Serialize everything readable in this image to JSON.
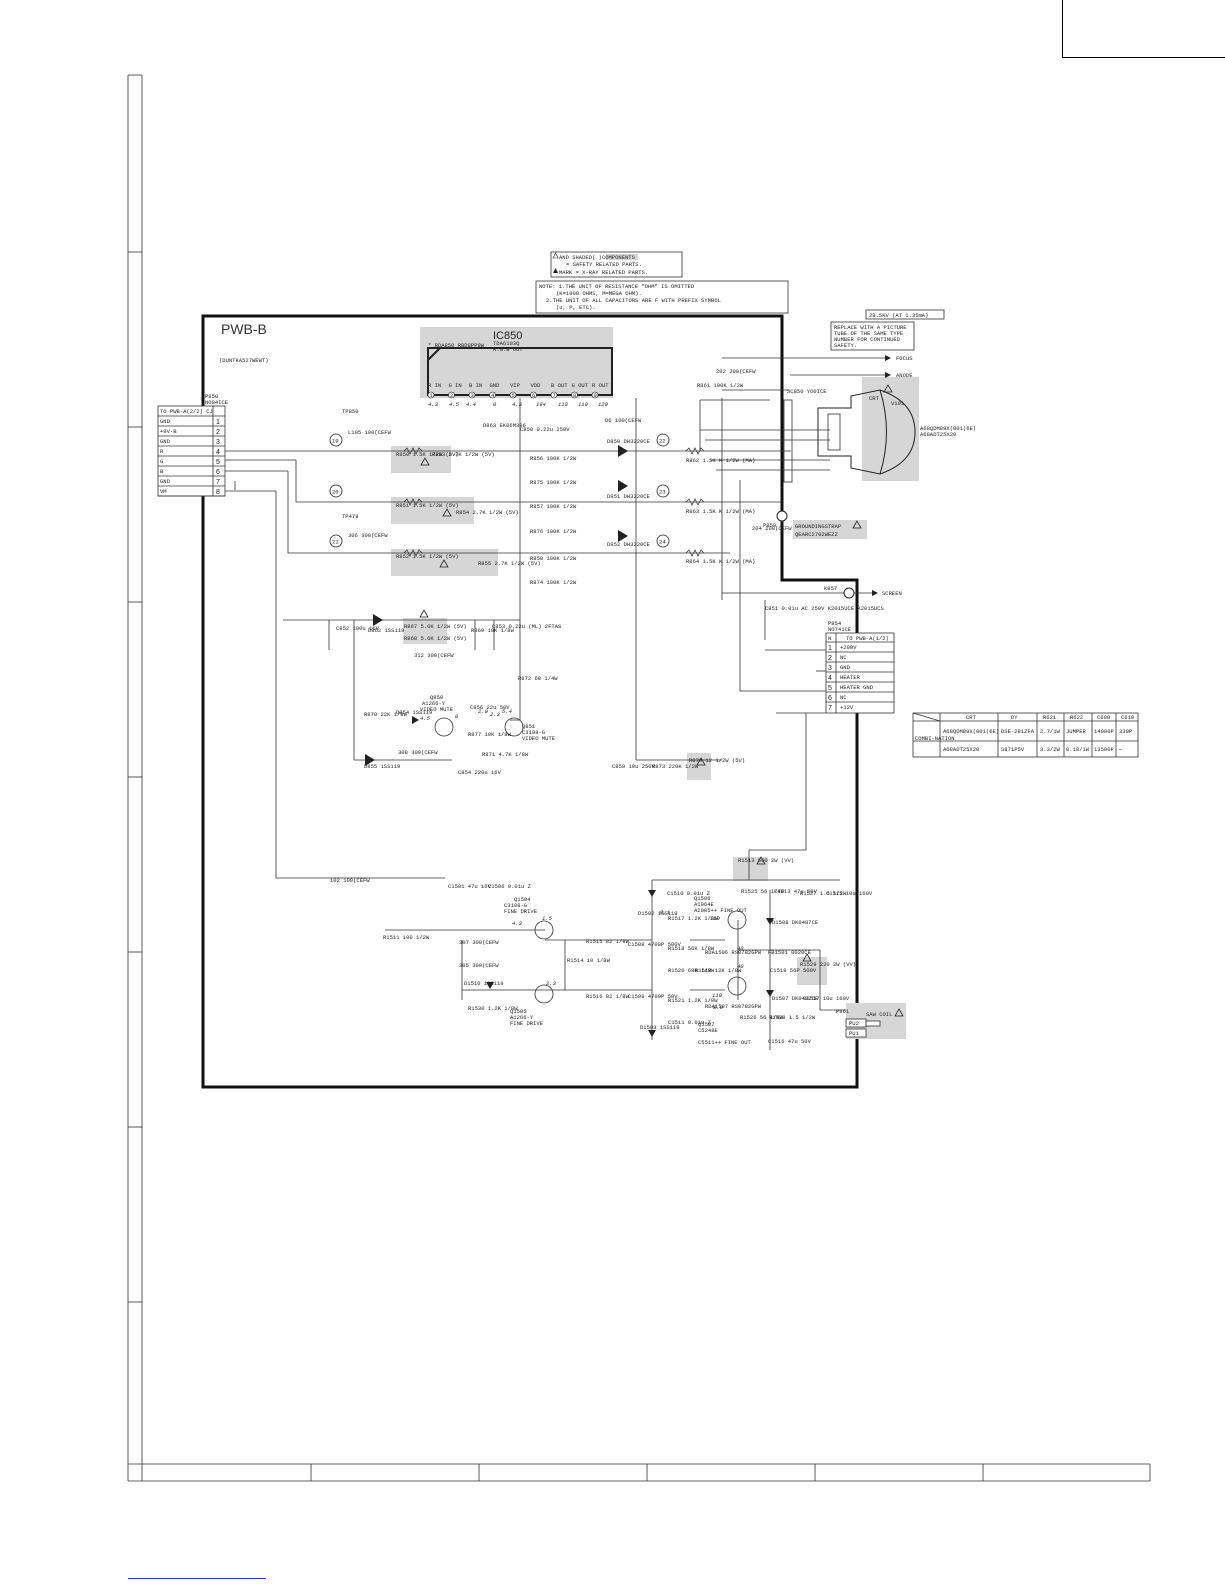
{
  "board": {
    "name": "PWB-B",
    "model": "(DUNTKA527WEWT)"
  },
  "notes": {
    "safety_line1": "AND SHADED(            )COMPONENTS",
    "safety_line2": "= SAFETY RELATED PARTS.",
    "xray_line": "MARK = X-RAY RELATED PARTS.",
    "note1": "NOTE: 1.THE UNIT OF RESISTANCE \"OHM\" IS OMITTED",
    "note1b": "(K=1000 OHMS, M=MEGA OHM).",
    "note2": "2.THE UNIT OF ALL CAPACITORS ARE F WITH PREFIX SYMBOL",
    "note2b": "(u, P, ETC).",
    "hv": "29.5KV (AT 1.35mA)",
    "replace1": "REPLACE WITH A PICTURE",
    "replace2": "TUBE OF THE SAME TYPE",
    "replace3": "NUMBER FOR CONTINUED",
    "replace4": "SAFETY."
  },
  "ic850": {
    "ref": "IC850",
    "part": "TDA6103Q",
    "func": "R.G.B OUT",
    "socket": "* RDA850 RBD8PP9W",
    "pins": [
      "R IN",
      "G IN",
      "B IN",
      "GND",
      "VIP",
      "VDD",
      "B OUT",
      "G OUT",
      "R OUT"
    ]
  },
  "connector_left": {
    "ref": "P850",
    "part": "NO84ICE",
    "title": "TO PWB-A(2/2) CJ",
    "rows": [
      {
        "sig": "GND",
        "n": "1"
      },
      {
        "sig": "+9V-B",
        "n": "2"
      },
      {
        "sig": "GND",
        "n": "3"
      },
      {
        "sig": "R",
        "n": "4"
      },
      {
        "sig": "G",
        "n": "5"
      },
      {
        "sig": "B",
        "n": "6"
      },
      {
        "sig": "GND",
        "n": "7"
      },
      {
        "sig": "VM",
        "n": "8"
      }
    ]
  },
  "connector_p854": {
    "ref": "P854",
    "part": "NO741CE",
    "title": "TO PWB-A(1/2)",
    "head": "N",
    "rows": [
      {
        "n": "1",
        "sig": "+200V"
      },
      {
        "n": "2",
        "sig": "NC"
      },
      {
        "n": "3",
        "sig": "GND"
      },
      {
        "n": "4",
        "sig": "HEATER"
      },
      {
        "n": "5",
        "sig": "HEATER GND"
      },
      {
        "n": "6",
        "sig": "NC"
      },
      {
        "n": "7",
        "sig": "+12V"
      }
    ]
  },
  "crt": {
    "ref": "CRT",
    "v": "V101",
    "models": [
      "A68QDM89X(001(6E)",
      "A68ADT25X20"
    ],
    "socket": "SC850 YO0ICE"
  },
  "labels": {
    "focus": "FOCUS",
    "anode": "ANODE",
    "screen": "SCREEN",
    "ground_strap": "GROUNDINGSTRAP",
    "strap_part": "QEARC2702WEZZ",
    "k857": "K857",
    "p859": "P859",
    "saw_coil": "SAW COIL",
    "p861": "P861",
    "pu1": "PU1",
    "pu2": "PU2"
  },
  "test_points": [
    "19",
    "20",
    "21",
    "22",
    "23",
    "24"
  ],
  "transistors": [
    {
      "ref": "Q850",
      "part": "A1266-Y",
      "func": "VIDEO MUTE"
    },
    {
      "ref": "Q851",
      "part": "C3198-G",
      "func": "VIDEO MUTE"
    },
    {
      "ref": "Q1504",
      "part": "C3198-G",
      "func": "FINE DRIVE"
    },
    {
      "ref": "Q1505",
      "part": "A1266-Y",
      "func": "FINE DRIVE"
    },
    {
      "ref": "Q1506",
      "part": "A1964E",
      "func": "A2005++ FINE OUT"
    },
    {
      "ref": "Q1507",
      "part": "C5248E",
      "func": "C5511++ FINE OUT"
    }
  ],
  "parts": {
    "r850": "R850 1.5K 1/2W (5V)",
    "r853": "R853 2.7K 1/2W (5V)",
    "r851": "R851 1.5K 1/2W (5V)",
    "r854": "R854 2.7K 1/2W (5V)",
    "r852": "R852 1.5K 1/2W (5V)",
    "r855": "R855 2.7K 1/2W (5V)",
    "r867": "R867 5.6K 1/2W (5V)",
    "r868": "R868 5.6K 1/2W (5V)",
    "c852": "C852 100u 16V",
    "d862": "D862 1SS119",
    "r869": "R869 10K 1/8W",
    "c853": "C853 0.22u (ML) 2FTAS",
    "l105": "L105 100(CEFW",
    "l306": "306 300(CEFW",
    "l312": "312 300(CEFW",
    "l308": "308 300(CEFW",
    "tp850": "TP850",
    "tp479": "TP479",
    "r870": "R870 22K 1/8W",
    "d854": "D854 1SS119",
    "d855": "D855 1SS119",
    "c856": "C856 22u 50V",
    "r877": "R877 10K 1/8W",
    "r871": "R871 4.7K 1/8W",
    "c854": "C854 220u 16V",
    "r872": "R872 68 1/4W",
    "r856": "R856 100K 1/2W",
    "r857": "R857 100K 1/2W",
    "r858": "R858 100K 1/2W",
    "r875": "R875 100K 1/2W",
    "r876": "R876 100K 1/2W",
    "r874": "R874 100K 1/2W",
    "d850": "D850 DH3220CE",
    "d851": "D851 DH3220CE",
    "d852": "D852 DH3220CE",
    "d863": "D863 EK06M306",
    "c850": "C850 0.22u 250V",
    "d6": "D6 100(CEFW",
    "r861": "R861 100K 1/2W",
    "l202": "202 200(CEFW",
    "l204": "204 200(CEFW",
    "r862": "R862 1.5K K 1/2W (MA)",
    "r863": "R863 1.5K K 1/2W (MA)",
    "r864": "R864 1.5K K 1/2W (MA)",
    "c851": "C851 0.01u AC 250V K2015UCE K2015UCS",
    "c859": "C859 10u 250V",
    "r873": "R873 220K 1/2W",
    "r878": "R878 12 1/2W (5V)",
    "l102": "102 100(CEFW",
    "c1501": "C1501 47u 16V",
    "c1506": "C1506 0.01u Z",
    "r1511": "R1511 100 1/2W",
    "l307": "307 300(CEFW",
    "l305": "305 300(CEFW",
    "d1510": "D1510 1SS119",
    "r1530": "R1530 1.2K 1/8W",
    "r1515": "R1515 82 1/8W",
    "r1514": "R1514 10 1/8W",
    "r1516": "R1516 82 1/8W",
    "c1508": "C1508 4700P 500V",
    "c1509": "C1509 4700P 50V",
    "c1510": "C1510 0.01u Z",
    "d1502": "D1502 1SS119",
    "d1503": "D1503 1SS119",
    "r1517": "R1517 1.2K 1/8W",
    "r1518": "R1518 56K 1/8W",
    "r1520": "R1520 68K 1/8W",
    "r1521": "R1521 1.2K 1/8W",
    "c1511": "C1511 0.01u Z",
    "r1513": "R1513 560 2W (VV)",
    "r1525": "R1525 56 1/4W",
    "c1513": "C1513 47u 50V",
    "r1527": "R1527 1.5 1/2W",
    "c1515": "C1515 10u 160V",
    "d1508": "D1508 DK0487CE",
    "fb1501": "FB1501 0020CE",
    "c1518": "C1518 56P 500V",
    "r1529": "R1529 220 2W (VV)",
    "d1507": "D1507 DK0487CE",
    "c1517": "C1517 10u 160V",
    "r1526": "R1526 56 1/4W",
    "r1528": "R1528 1.5 1/2W",
    "c1516": "C1516 47u 50V",
    "r1519": "R1519 12K 1/8W",
    "rda1506": "RDA1506 RS0782GPW",
    "rda1507": "RDA1507 RS0782GPW"
  },
  "combination": {
    "header": [
      "CRT",
      "DY",
      "R621",
      "R622",
      "C609",
      "C610"
    ],
    "row_label": "COMBI-NATION",
    "rows": [
      [
        "A68QDM89X(001(6E)",
        "DSE-281ZFA",
        "2.7/1W",
        "JUMPER",
        "14000P",
        "330P"
      ],
      [
        "A68ADT25X20",
        "S871P5V",
        "3.3/2W",
        "0.18/1W",
        "13500P",
        "—"
      ]
    ]
  },
  "voltages": [
    "4.3",
    "4.5",
    "4.4",
    "0",
    "4.3",
    "194",
    "118",
    "119",
    "120",
    "4.5",
    "2.3",
    "2.9",
    "0",
    "5.4",
    "4.3",
    "1.5",
    "0.1",
    "119",
    "119",
    "2.3",
    "0.9",
    "40",
    "40"
  ]
}
